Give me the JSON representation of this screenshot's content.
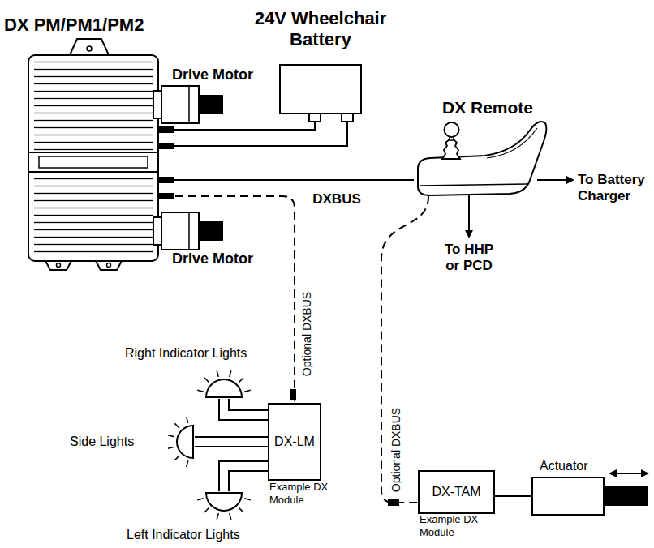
{
  "diagram": {
    "nodes": [
      {
        "text": [
          "DX PM/PM1/PM2"
        ]
      },
      {
        "text": [
          "Drive Motor"
        ]
      },
      {
        "text": [
          "24V Wheelchair Battery"
        ]
      },
      {
        "text": [
          "DX Remote"
        ]
      },
      {
        "text": [
          "Drive Motor"
        ]
      },
      {
        "text": [
          "Right Indicator Lights"
        ]
      },
      {
        "text": [
          "Side Lights"
        ]
      },
      {
        "text": [
          "DX-LM",
          "Example DX Module"
        ]
      },
      {
        "text": [
          "Left Indicator Lights"
        ]
      },
      {
        "text": [
          "DX-TAM",
          "Example DX Module"
        ]
      },
      {
        "text": [
          "Actuator"
        ]
      }
    ],
    "edges": [
      {
        "from": 0,
        "to": 2,
        "arrow": "none"
      },
      {
        "from": 0,
        "to": 2,
        "arrow": "none"
      },
      {
        "from": 0,
        "to": 3,
        "label": "DXBUS",
        "arrow": "none"
      },
      {
        "from": 0,
        "to": 7,
        "label": "Optional DXBUS",
        "arrow": "none"
      },
      {
        "from": 3,
        "to": 9,
        "label": "Optional DXBUS",
        "arrow": "none"
      },
      {
        "from": 7,
        "to": 5,
        "arrow": "none"
      },
      {
        "from": 7,
        "to": 6,
        "arrow": "none"
      },
      {
        "from": 7,
        "to": 8,
        "arrow": "none"
      },
      {
        "from": 9,
        "to": 10,
        "arrow": "none"
      }
    ],
    "labels": [
      "To Battery Charger",
      "To HHP or PCD"
    ]
  }
}
